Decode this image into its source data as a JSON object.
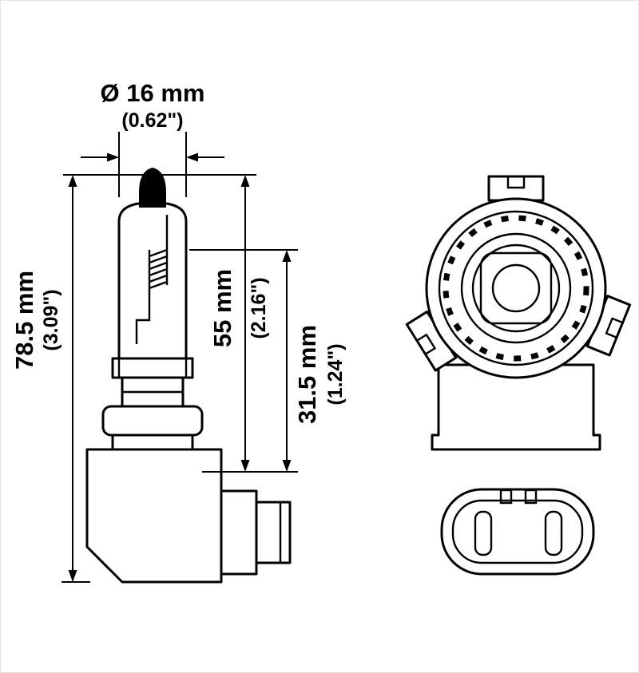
{
  "diagram": {
    "type": "technical-drawing",
    "subject": "halogen headlight bulb, side view, front view and connector view with dimensions",
    "labels": {
      "diameter_metric": "Ø 16 mm",
      "diameter_imperial": "(0.62\")",
      "overall_metric": "78.5 mm",
      "overall_imperial": "(3.09\")",
      "glass_metric": "55 mm",
      "glass_imperial": "(2.16\")",
      "base_metric": "31.5 mm",
      "base_imperial": "(1.24\")"
    },
    "colors": {
      "line": "#000000",
      "background": "#ffffff"
    }
  }
}
